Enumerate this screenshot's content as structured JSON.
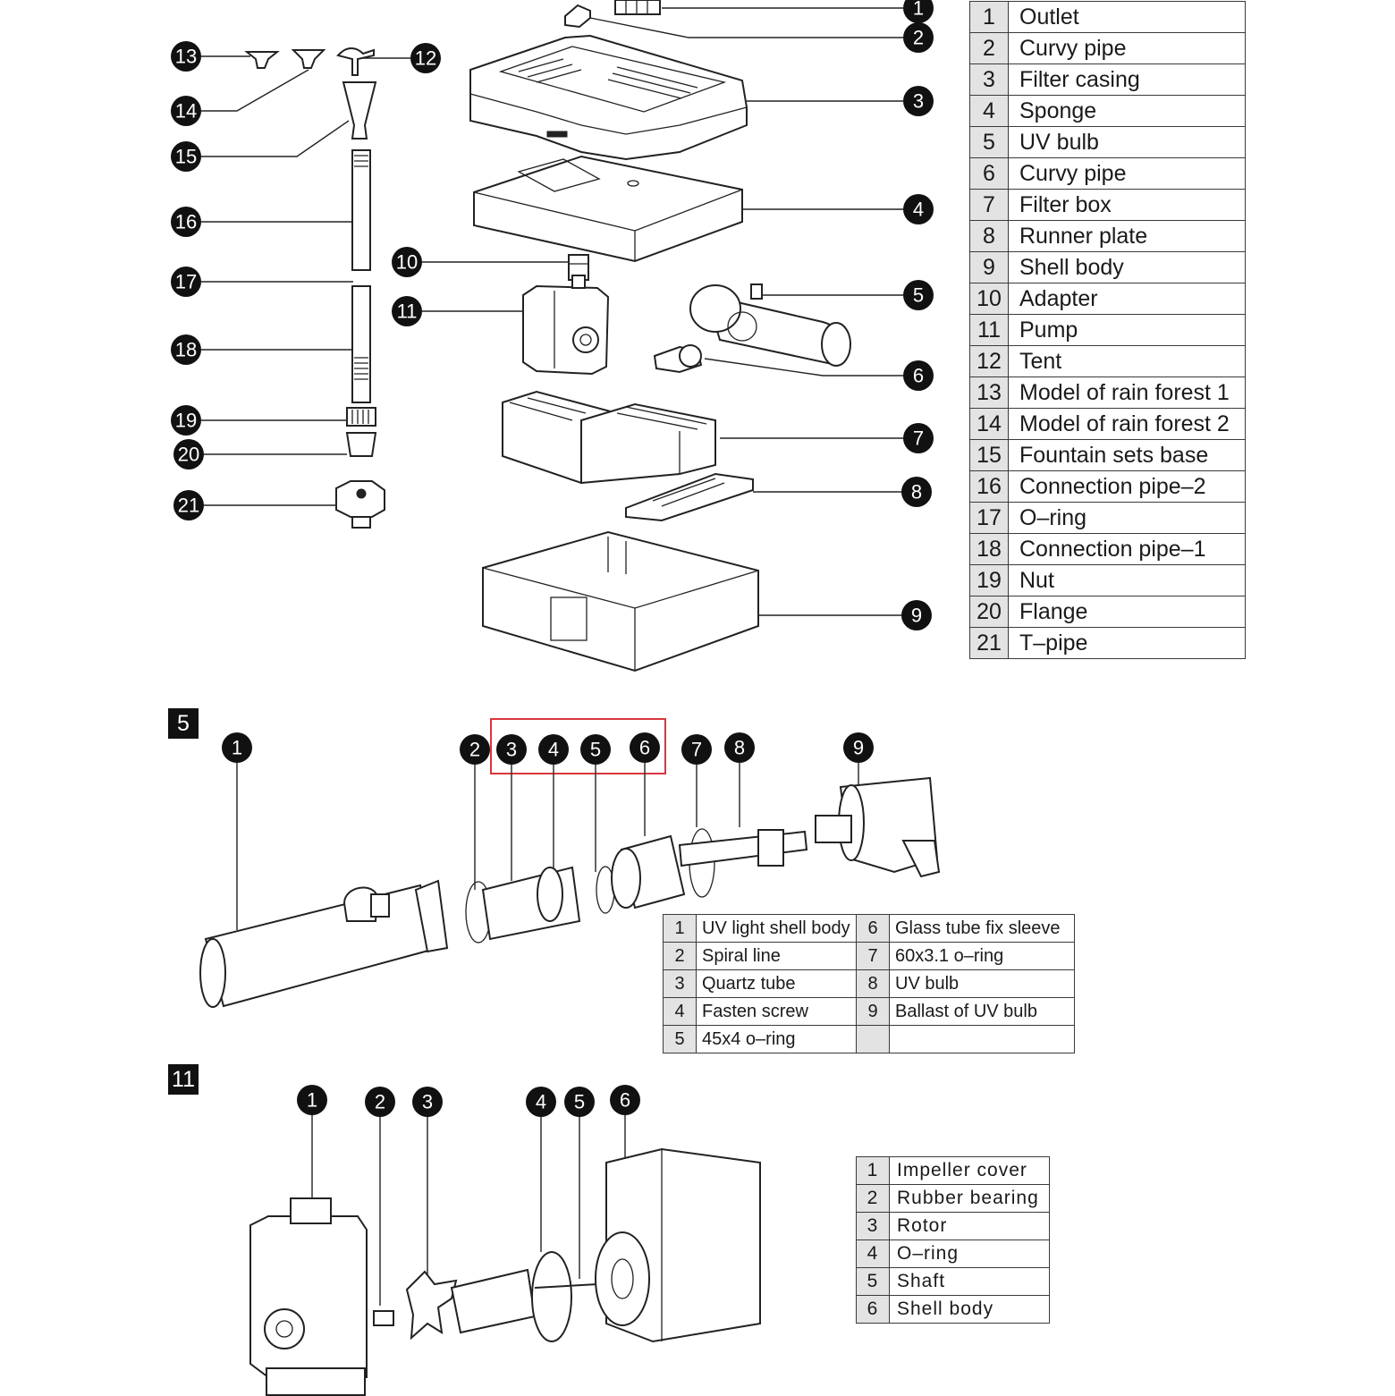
{
  "main_parts": [
    {
      "num": "1",
      "name": "Outlet"
    },
    {
      "num": "2",
      "name": "Curvy pipe"
    },
    {
      "num": "3",
      "name": "Filter casing"
    },
    {
      "num": "4",
      "name": "Sponge"
    },
    {
      "num": "5",
      "name": "UV bulb"
    },
    {
      "num": "6",
      "name": "Curvy pipe"
    },
    {
      "num": "7",
      "name": "Filter box"
    },
    {
      "num": "8",
      "name": "Runner plate"
    },
    {
      "num": "9",
      "name": "Shell body"
    },
    {
      "num": "10",
      "name": "Adapter"
    },
    {
      "num": "11",
      "name": "Pump"
    },
    {
      "num": "12",
      "name": "Tent"
    },
    {
      "num": "13",
      "name": "Model of rain forest 1"
    },
    {
      "num": "14",
      "name": "Model of rain forest 2"
    },
    {
      "num": "15",
      "name": "Fountain sets base"
    },
    {
      "num": "16",
      "name": "Connection pipe–2"
    },
    {
      "num": "17",
      "name": "O–ring"
    },
    {
      "num": "18",
      "name": "Connection pipe–1"
    },
    {
      "num": "19",
      "name": "Nut"
    },
    {
      "num": "20",
      "name": "Flange"
    },
    {
      "num": "21",
      "name": "T–pipe"
    }
  ],
  "uv_section": {
    "label": "5",
    "rows": [
      {
        "num_a": "1",
        "name_a": "UV light shell body",
        "num_b": "6",
        "name_b": "Glass tube fix sleeve"
      },
      {
        "num_a": "2",
        "name_a": "Spiral line",
        "num_b": "7",
        "name_b": "60x3.1 o–ring"
      },
      {
        "num_a": "3",
        "name_a": "Quartz tube",
        "num_b": "8",
        "name_b": "UV bulb"
      },
      {
        "num_a": "4",
        "name_a": "Fasten screw",
        "num_b": "9",
        "name_b": "Ballast of UV bulb"
      },
      {
        "num_a": "5",
        "name_a": "45x4 o–ring",
        "num_b": "",
        "name_b": ""
      }
    ]
  },
  "pump_section": {
    "label": "11",
    "rows": [
      {
        "num": "1",
        "name": "Impeller cover"
      },
      {
        "num": "2",
        "name": "Rubber bearing"
      },
      {
        "num": "3",
        "name": "Rotor"
      },
      {
        "num": "4",
        "name": "O–ring"
      },
      {
        "num": "5",
        "name": "Shaft"
      },
      {
        "num": "6",
        "name": "Shell body"
      }
    ]
  },
  "callouts": {
    "main_right": [
      "1",
      "2",
      "3",
      "4",
      "5",
      "6",
      "7",
      "8",
      "9"
    ],
    "main_left": [
      "13",
      "14",
      "15",
      "16",
      "17",
      "18",
      "19",
      "20",
      "21"
    ],
    "main_mid": [
      "12",
      "10",
      "11"
    ],
    "uv": [
      "1",
      "2",
      "3",
      "4",
      "5",
      "6",
      "7",
      "8",
      "9"
    ],
    "pump": [
      "1",
      "2",
      "3",
      "4",
      "5",
      "6"
    ]
  },
  "colors": {
    "highlight_box": "#d9363e",
    "callout_fill": "#111111",
    "table_num_bg": "#e3e3e3"
  }
}
